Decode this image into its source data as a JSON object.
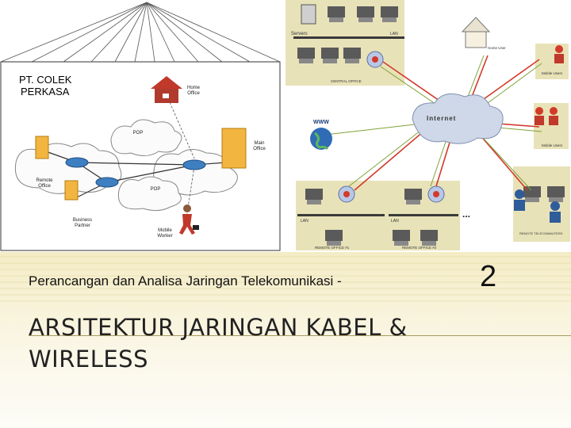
{
  "slide": {
    "subtitle": "Perancangan dan Analisa Jaringan Telekomunikasi -",
    "slide_number": "2",
    "title": "ARSITEKTUR JARINGAN KABEL & WIRELESS"
  },
  "left_diagram": {
    "company": [
      "PT. COLEK",
      "PERKASA"
    ],
    "labels": {
      "home_office": "Home Office",
      "main_office": "Main Office",
      "remote_office": "Remote Office",
      "pop_top": "POP",
      "pop_bottom": "POP",
      "business_partner": "Business Partner",
      "mobile_worker": "Mobile Worker"
    }
  },
  "right_diagram": {
    "labels": {
      "servers": "Servers",
      "lan_top": "LAN",
      "central_office": "CENTRAL OFFICE",
      "internet": "Internet",
      "www": "WWW",
      "home_user": "Home User",
      "mobile_users_1": "Mobile Users",
      "mobile_users_2": "Mobile Users",
      "lan_left": "LAN",
      "lan_right": "LAN",
      "remote_office_1": "REMOTE OFFICE #1",
      "remote_office_2": "REMOTE OFFICE #2",
      "remote_telecommuters": "REMOTE TELECOMMUTERS",
      "ellipsis": "..."
    }
  },
  "colors": {
    "band_top": "#f4ecc4",
    "band_bottom": "#fdfcf6",
    "rule": "#a79b61",
    "diagram_bg": "#e8e2b8",
    "connection_red": "#d23a2a"
  }
}
